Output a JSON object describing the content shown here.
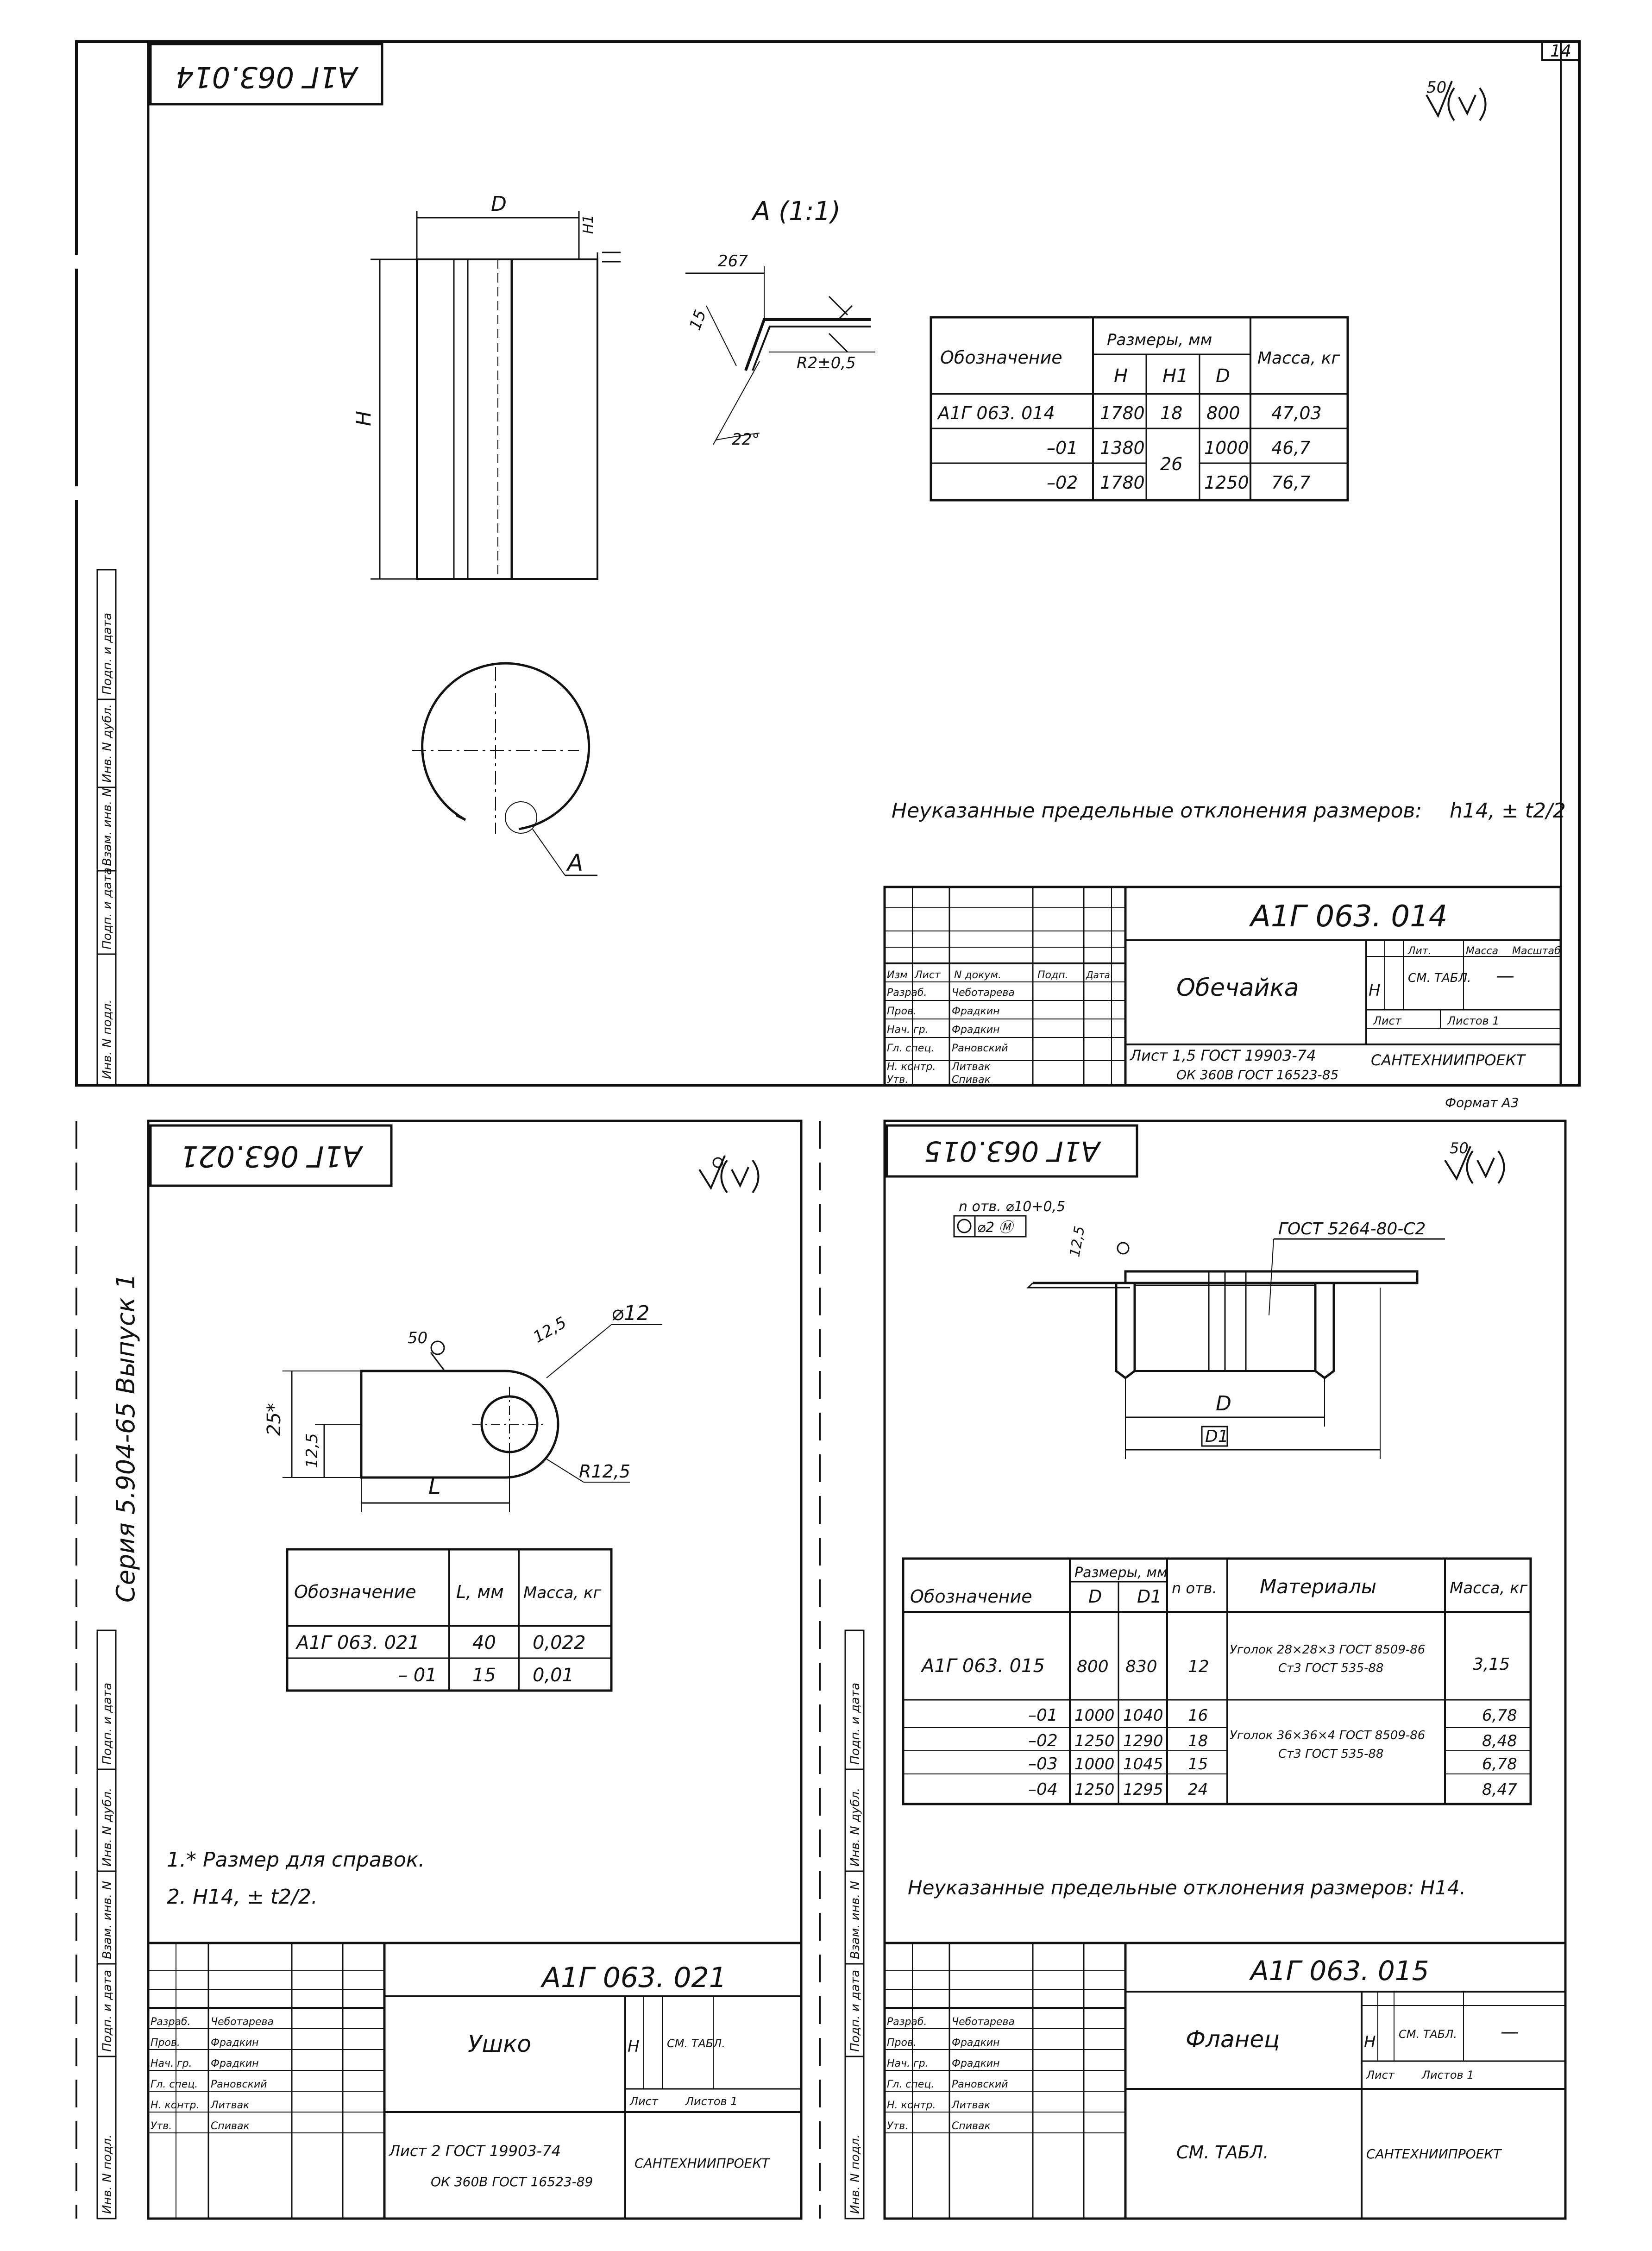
{
  "page_number": "14",
  "top": {
    "code_mirror": "А1Г 063.014",
    "roughness": "50",
    "dim_d": "D",
    "dim_h": "H",
    "dim_h1": "H1",
    "section_title": "А (1:1)",
    "dim_267": "267",
    "dim_15": "15",
    "dim_r2": "R2±0,5",
    "dim_22": "22°",
    "callout_a": "А",
    "table_headers": {
      "designation": "Обозначение",
      "sizes": "Размеры, мм",
      "h": "H",
      "h1": "H1",
      "d": "D",
      "mass": "Масса, кг"
    },
    "table_rows": [
      {
        "designation": "А1Г 063. 014",
        "h": "1780",
        "h1": "18",
        "d": "800",
        "mass": "47,03"
      },
      {
        "designation": "–01",
        "h": "1380",
        "h1": "26",
        "d": "1000",
        "mass": "46,7"
      },
      {
        "designation": "–02",
        "h": "1780",
        "h1": "",
        "d": "1250",
        "mass": "76,7"
      }
    ],
    "note_prefix": "Неуказанные предельные отклонения размеров:",
    "note_value": "h14, ± t2/2",
    "stamp": {
      "code": "А1Г 063. 014",
      "name": "Обечайка",
      "lit": "Н",
      "mass": "СМ. ТАБЛ.",
      "scale": "—",
      "sheet": "Лист",
      "sheets": "Листов 1",
      "material_1": "Лист 1,5 ГОСТ 19903-74",
      "material_2": "ОК 360В ГОСТ 16523-85",
      "company": "САНТЕХНИИПРОЕКТ",
      "format": "Формат А3",
      "head_lit": "Лит.",
      "head_mass": "Масса",
      "head_scale": "Масштаб",
      "col_heads": [
        "Изм",
        "Лист",
        "N докум.",
        "Подп.",
        "Дата"
      ],
      "roles": [
        "Разраб.",
        "Пров.",
        "Нач. гр.",
        "Гл. спец.",
        "Н. контр.",
        "Утв."
      ],
      "persons": [
        "Чеботарева",
        "Фрадкин",
        "Фрадкин",
        "Рановский",
        "Литвак",
        "Спивак"
      ]
    },
    "side_labels": [
      "Инв. N подл.",
      "Подп. и дата",
      "Взам. инв. N",
      "Инв. N дубл.",
      "Подп. и дата"
    ]
  },
  "bottom_left": {
    "code_mirror": "А1Г 063.021",
    "roughness": "",
    "dim_50": "50",
    "dim_125": "12,5",
    "dim_phi12": "⌀12",
    "dim_25": "25*",
    "dim_12_5": "12,5",
    "dim_l": "L",
    "dim_r": "R12,5",
    "table_headers": {
      "designation": "Обозначение",
      "l": "L, мм",
      "mass": "Масса, кг"
    },
    "table_rows": [
      {
        "designation": "А1Г 063. 021",
        "l": "40",
        "mass": "0,022"
      },
      {
        "designation": "– 01",
        "l": "15",
        "mass": "0,01"
      }
    ],
    "notes": [
      "1.* Размер для справок.",
      "2. H14, ± t2/2."
    ],
    "stamp": {
      "code": "А1Г 063. 021",
      "name": "Ушко",
      "lit": "Н",
      "mass": "СМ. ТАБЛ.",
      "sheet": "Лист",
      "sheets": "Листов 1",
      "material_1": "Лист 2 ГОСТ 19903-74",
      "material_2": "ОК 360В ГОСТ 16523-89",
      "company": "САНТЕХНИИПРОЕКТ",
      "roles": [
        "Разраб.",
        "Пров.",
        "Нач. гр.",
        "Гл. спец.",
        "Н. контр.",
        "Утв."
      ],
      "persons": [
        "Чеботарева",
        "Фрадкин",
        "Фрадкин",
        "Рановский",
        "Литвак",
        "Спивак"
      ]
    },
    "series": "Серия 5.904-65   Выпуск 1",
    "side_labels": [
      "Инв. N подл.",
      "Подп. и дата",
      "Взам. инв. N",
      "Инв. N дубл.",
      "Подп. и дата"
    ]
  },
  "bottom_right": {
    "code_mirror": "А1Г 063.015",
    "roughness": "50",
    "holes_label": "n отв. ⌀10+0,5",
    "tolerance": "⌀2 Ⓜ",
    "dim_125": "12,5",
    "gost_label": "ГОСТ 5264-80-С2",
    "dim_d": "D",
    "dim_d1": "D1",
    "table_headers": {
      "designation": "Обозначение",
      "sizes": "Размеры, мм",
      "d": "D",
      "d1": "D1",
      "holes": "n отв.",
      "materials": "Материалы",
      "mass": "Масса, кг"
    },
    "table_rows": [
      {
        "designation": "А1Г 063. 015",
        "d": "800",
        "d1": "830",
        "holes": "12",
        "mass": "3,15"
      },
      {
        "designation": "–01",
        "d": "1000",
        "d1": "1040",
        "holes": "16",
        "mass": "6,78"
      },
      {
        "designation": "–02",
        "d": "1250",
        "d1": "1290",
        "holes": "18",
        "mass": "8,48"
      },
      {
        "designation": "–03",
        "d": "1000",
        "d1": "1045",
        "holes": "15",
        "mass": "6,78"
      },
      {
        "designation": "–04",
        "d": "1250",
        "d1": "1295",
        "holes": "24",
        "mass": "8,47"
      }
    ],
    "material_1a": "Уголок 28×28×3 ГОСТ 8509-86",
    "material_1b": "Ст3 ГОСТ 535-88",
    "material_2a": "Уголок 36×36×4 ГОСТ 8509-86",
    "material_2b": "Ст3 ГОСТ 535-88",
    "note": "Неуказанные предельные отклонения размеров: H14.",
    "stamp": {
      "code": "А1Г 063. 015",
      "name": "Фланец",
      "lit": "Н",
      "mass": "СМ. ТАБЛ.",
      "scale": "—",
      "sheet": "Лист",
      "sheets": "Листов 1",
      "material": "СМ. ТАБЛ.",
      "company": "САНТЕХНИИПРОЕКТ",
      "roles": [
        "Разраб.",
        "Пров.",
        "Нач. гр.",
        "Гл. спец.",
        "Н. контр.",
        "Утв."
      ],
      "persons": [
        "Чеботарева",
        "Фрадкин",
        "Фрадкин",
        "Рановский",
        "Литвак",
        "Спивак"
      ]
    },
    "side_labels": [
      "Инв. N подл.",
      "Подп. и дата",
      "Взам. инв. N",
      "Инв. N дубл.",
      "Подп. и дата"
    ]
  }
}
